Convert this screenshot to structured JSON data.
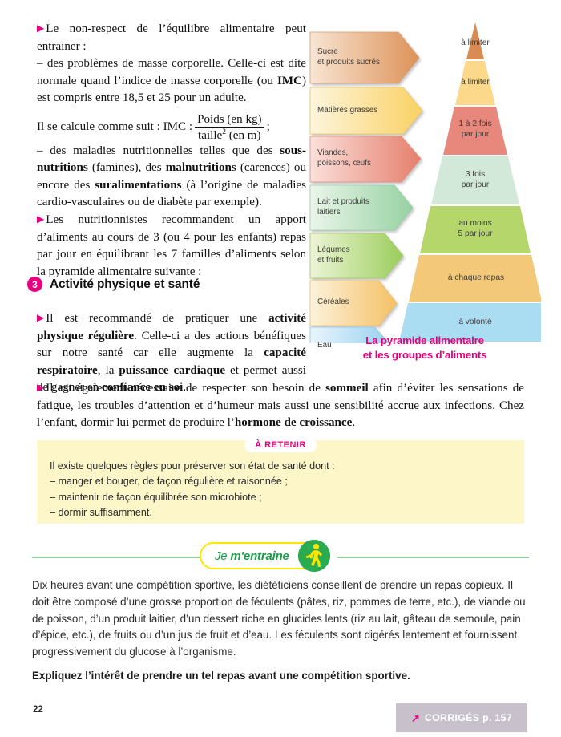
{
  "body": {
    "para1_bullet": "▶",
    "para1": "Le non-respect de l’équilibre alimentaire peut entrainer :",
    "para2": "– des problèmes de masse corporelle. Celle-ci est dite normale quand l’indice de masse corporelle (ou ",
    "para2_bold": "IMC",
    "para2_end": ") est compris entre 18,5 et 25 pour un adulte.",
    "formula_lead": "Il se calcule comme suit : IMC :",
    "formula_num": "Poids (en kg)",
    "formula_den_base": "taille",
    "formula_den_exp": "2",
    "formula_den_rest": "(en m)",
    "formula_end": ";",
    "para3_a": "– des maladies nutritionnelles telles que des ",
    "para3_b1": "sous-nutritions",
    "para3_c": " (famines), des ",
    "para3_b2": "malnutritions",
    "para3_d": " (carences) ou encore des ",
    "para3_b3": "suralimentations",
    "para3_e": " (à l’origine de maladies cardio-vasculaires ou de diabète par exemple).",
    "para4": "Les nutritionnistes recommandent un apport d’aliments au cours de 3 (ou 4 pour les enfants) repas par jour en équilibrant les 7 familles d’aliments selon la pyramide alimentaire suivante :"
  },
  "section3": {
    "number": "3",
    "title": "Activité physique et santé",
    "p_a": "Il est recommandé de pratiquer une ",
    "p_b1": "activité physique régulière",
    "p_c": ". Celle-ci a des actions bénéfiques sur notre santé car elle augmente la ",
    "p_b2": "capacité respiratoire",
    "p_d": ", la ",
    "p_b3": "puissance cardiaque",
    "p_e": " et permet aussi de gagner en ",
    "p_b4": "confiance en soi",
    "p_f": "."
  },
  "sleep_para": {
    "a": "Il est également nécessaire de respecter son besoin de ",
    "b1": "sommeil",
    "c": " afin d’éviter les sensations de fatigue, les troubles d’attention et d’humeur mais aussi une sensibilité accrue aux infections. Chez l’enfant, dormir lui permet de produire l’",
    "b2": "hormone de croissance",
    "d": "."
  },
  "pyramid": {
    "caption_line1": "La pyramide alimentaire",
    "caption_line2": "et les groupes d’aliments",
    "levels": [
      {
        "label": "Sucre\net produits sucrés",
        "value": "à limiter",
        "fill": "#d98b54",
        "label_fill_a": "#f6dcc8",
        "label_fill_b": "#e09a63"
      },
      {
        "label": "Matières grasses",
        "value": "à limiter",
        "fill": "#fbd88a",
        "label_fill_a": "#fdf3d7",
        "label_fill_b": "#fbd363"
      },
      {
        "label": "Viandes,\npoissons, œufs",
        "value": "1 à 2 fois\npar jour",
        "fill": "#e8877c",
        "label_fill_a": "#f8d9d2",
        "label_fill_b": "#e8806f"
      },
      {
        "label": "Lait et produits\nlaitiers",
        "value": "3 fois\npar jour",
        "fill": "#d2e8d8",
        "label_fill_a": "#e4f2e5",
        "label_fill_b": "#9ed4a8"
      },
      {
        "label": "Légumes\net fruits",
        "value": "au moins\n5 par jour",
        "fill": "#b4d66b",
        "label_fill_a": "#e8f2cf",
        "label_fill_b": "#9ecf5e"
      },
      {
        "label": "Céréales",
        "value": "à chaque repas",
        "fill": "#f3c878",
        "label_fill_a": "#fdf0d8",
        "label_fill_b": "#f5c264"
      },
      {
        "label": "Eau",
        "value": "à volonté",
        "fill": "#aadcf2",
        "label_fill_a": "#e4f3fb",
        "label_fill_b": "#9bd2ee"
      }
    ]
  },
  "retenir": {
    "title": "À RETENIR",
    "lines": [
      "Il existe quelques règles pour préserver son état de santé dont :",
      "– manger et bouger, de façon régulière et raisonnée ;",
      "– maintenir de façon équilibrée son microbiote ;",
      "– dormir suffisamment."
    ]
  },
  "entraine": {
    "text_part1": "Je ",
    "text_part2": "m'entraine",
    "icon": "runner-icon"
  },
  "exercise": {
    "text": "Dix heures avant une compétition sportive, les diététiciens conseillent de prendre un repas copieux. Il doit être composé d’une grosse proportion de féculents (pâtes, riz, pommes de terre, etc.), de viande ou de poisson, d’un produit laitier, d’un dessert riche en glucides lents (riz au lait, gâteau de semoule, pain d’épice, etc.), de fruits ou d’un jus de fruit et d’eau. Les féculents sont digérés lentement et fournissent progressivement du glucose à l’organisme.",
    "question": "Expliquez l’intérêt de prendre un tel repas avant une compétition sportive."
  },
  "footer": {
    "page_number": "22",
    "arrow": "↗",
    "corriges": "CORRIGÉS p. 157"
  },
  "colors": {
    "accent_pink": "#e6007e",
    "retenir_bg": "#fcf6c8",
    "green_rule": "#8fd39a",
    "badge_green": "#2aab4f",
    "badge_yellow": "#ffe600",
    "footer_box": "#c8c1cc"
  }
}
